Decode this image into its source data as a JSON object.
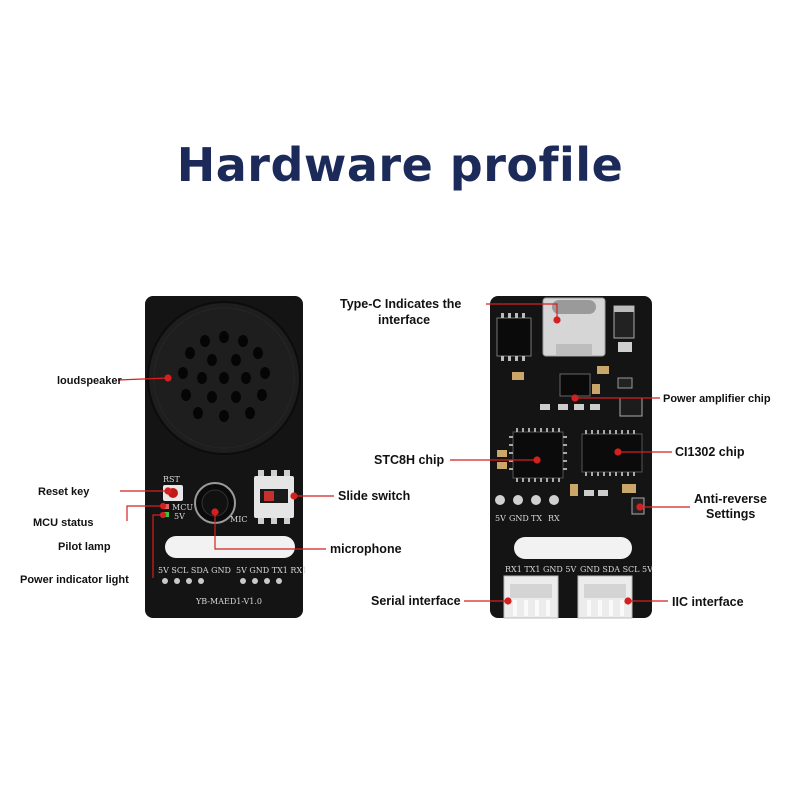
{
  "title": "Hardware profile",
  "front_board": {
    "silkscreen": {
      "rst": "RST",
      "mcu": "MCU",
      "v5": "5V",
      "mic": "MIC",
      "pins_left": "5V SCL SDA GND",
      "pins_right": "5V GND TX1 RX1",
      "model": "YB-MAED1-V1.0"
    },
    "labels": {
      "loudspeaker": "loudspeaker",
      "reset_key": "Reset key",
      "mcu_status": "MCU status",
      "pilot_lamp": "Pilot lamp",
      "power_indicator": "Power indicator light",
      "slide_switch": "Slide switch",
      "microphone": "microphone"
    }
  },
  "back_board": {
    "silkscreen": {
      "p5v": "5V",
      "gnd": "GND",
      "tx": "TX",
      "rx": "RX",
      "serial_pins": "RX1 TX1 GND 5V",
      "iic_pins": "GND SDA SCL 5V"
    },
    "labels": {
      "type_c_line1": "Type-C Indicates the",
      "type_c_line2": "interface",
      "power_amp": "Power amplifier chip",
      "stc8h": "STC8H chip",
      "ci1302": "CI1302 chip",
      "anti_reverse_line1": "Anti-reverse",
      "anti_reverse_line2": "Settings",
      "serial": "Serial interface",
      "iic": "IIC interface"
    }
  },
  "colors": {
    "title": "#1c2a5a",
    "board": "#141414",
    "leader": "#d42020",
    "slot": "#f2f2f2"
  }
}
